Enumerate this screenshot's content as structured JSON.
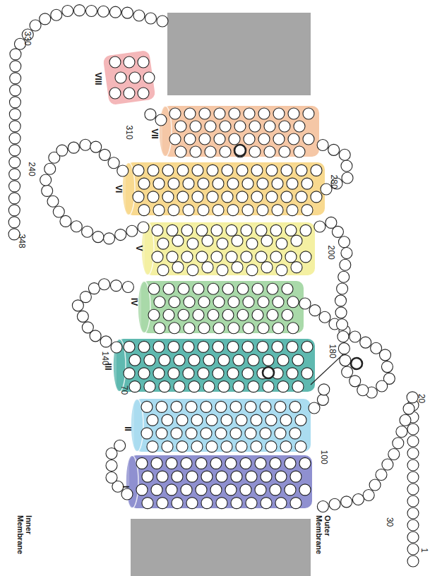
{
  "diagram": {
    "labels": [
      "Inner Membrane",
      "Outer Membrane",
      "I",
      "II",
      "III",
      "IV",
      "V",
      "VI",
      "VII",
      "VIII",
      "1",
      "20",
      "30",
      "70",
      "100",
      "140",
      "180",
      "200",
      "240",
      "280",
      "310",
      "330",
      "348"
    ]
  }
}
